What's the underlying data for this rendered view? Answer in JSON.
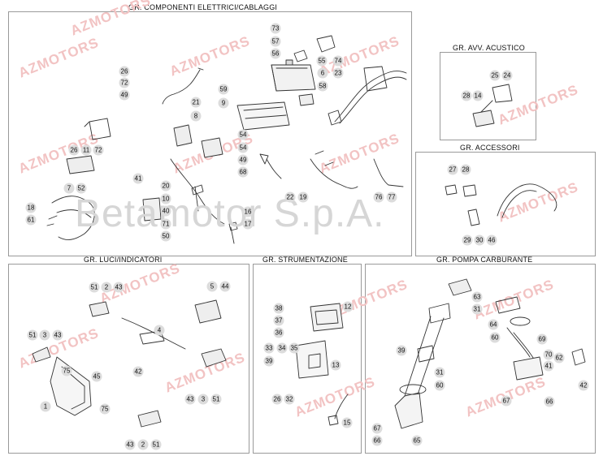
{
  "watermark_big": "Betamotor S.p.A.",
  "watermark_brand": "AZMOTORS",
  "panels": {
    "elettrici": "GR. COMPONENTI ELETTRICI/CABLAGGI",
    "acustico": "GR. AVV. ACUSTICO",
    "accessori": "GR. ACCESSORI",
    "luci": "GR. LUCI/INDICATORI",
    "strumentazione": "GR. STRUMENTAZIONE",
    "pompa": "GR. POMPA CARBURANTE"
  },
  "tags": {
    "e73": "73",
    "e57": "57",
    "e56": "56",
    "e55": "55",
    "e74": "74",
    "e23": "23",
    "e6": "6",
    "e58": "58",
    "e26": "26",
    "e72": "72",
    "e49": "49",
    "e21": "21",
    "e59": "59",
    "e9": "9",
    "e8": "8",
    "e54a": "54",
    "e54b": "54",
    "e49b": "49",
    "e68": "68",
    "e26b": "26",
    "e11": "11",
    "e72b": "72",
    "e41": "41",
    "e7": "7",
    "e52": "52",
    "e20": "20",
    "e10": "10",
    "e40": "40",
    "e18": "18",
    "e61": "61",
    "e71": "71",
    "e50": "50",
    "e16": "16",
    "e17": "17",
    "e22": "22",
    "e19": "19",
    "e76": "76",
    "e77": "77",
    "a25": "25",
    "a24": "24",
    "a28": "28",
    "a14": "14",
    "c27": "27",
    "c28": "28",
    "c29": "29",
    "c30": "30",
    "c46": "46",
    "l51a": "51",
    "l2a": "2",
    "l43a": "43",
    "l5": "5",
    "l44": "44",
    "l51b": "51",
    "l3a": "3",
    "l43b": "43",
    "l4": "4",
    "l75a": "75",
    "l45": "45",
    "l42": "42",
    "l1": "1",
    "l75b": "75",
    "l43c": "43",
    "l3b": "3",
    "l51c": "51",
    "l43d": "43",
    "l2b": "2",
    "l51d": "51",
    "s38": "38",
    "s12": "12",
    "s37": "37",
    "s36": "36",
    "s33": "33",
    "s34": "34",
    "s35": "35",
    "s13": "13",
    "s39": "39",
    "s26": "26",
    "s32": "32",
    "s15": "15",
    "p63": "63",
    "p31a": "31",
    "p64": "64",
    "p60a": "60",
    "p69": "69",
    "p39": "39",
    "p31b": "31",
    "p60b": "60",
    "p62": "62",
    "p70": "70",
    "p41": "41",
    "p42": "42",
    "p66a": "66",
    "p67a": "67",
    "p67b": "67",
    "p66b": "66",
    "p65": "65"
  }
}
